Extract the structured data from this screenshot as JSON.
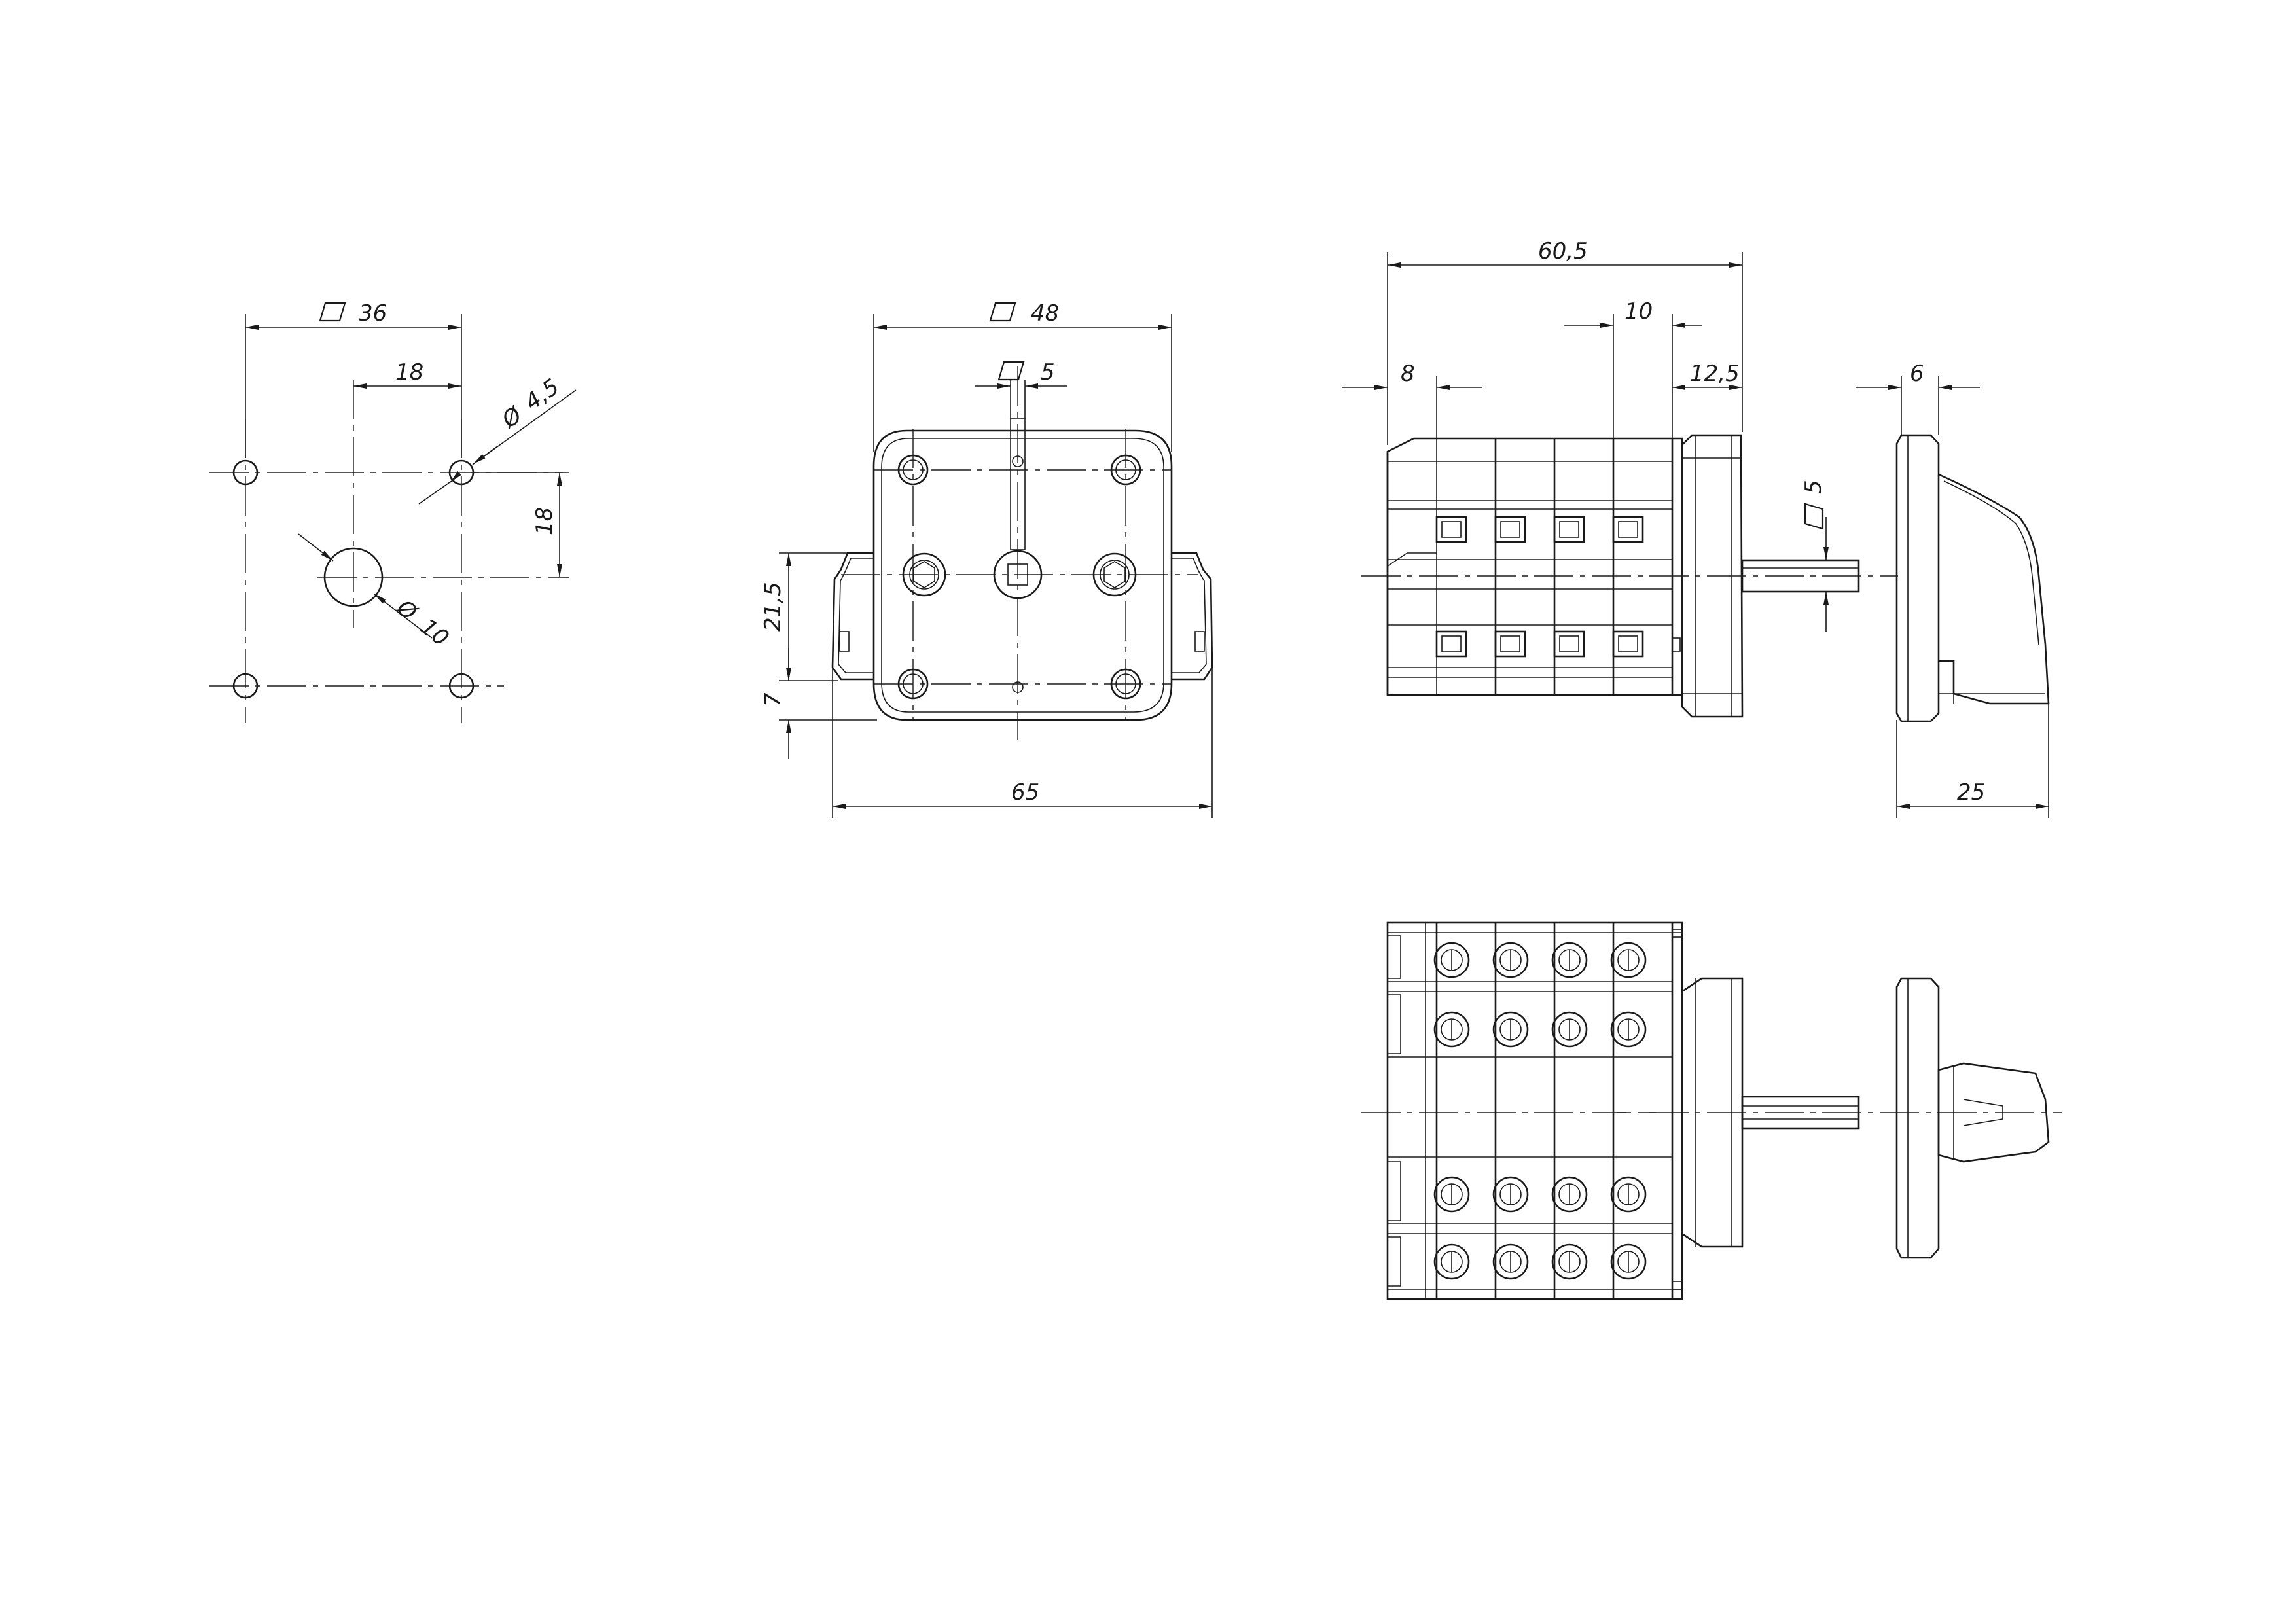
{
  "mounting_view": {
    "square_dim": "36",
    "half_dim": "18",
    "vertical_dim": "18",
    "small_hole_dia": "4,5",
    "center_hole_dia": "10",
    "diameter_symbol": "Ø"
  },
  "front_view": {
    "square_dim": "48",
    "shaft_square_dim": "5",
    "height_dim": "21,5",
    "offset_dim": "7",
    "width_dim": "65"
  },
  "side_view": {
    "total_length_dim": "60,5",
    "segment_dim": "10",
    "left_dim": "8",
    "right_dim": "12,5",
    "shaft_square_dim": "5"
  },
  "handle_view": {
    "thickness_dim": "6",
    "depth_dim": "25"
  }
}
